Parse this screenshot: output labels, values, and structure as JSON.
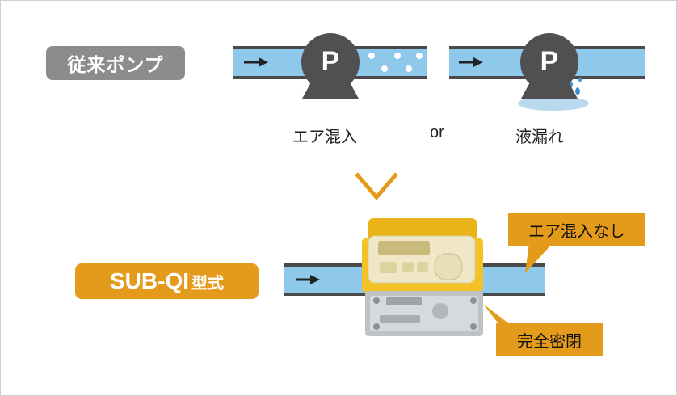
{
  "conventional_label": "従来ポンプ",
  "pump_letter": "P",
  "caption_air": "エア混入",
  "caption_or": "or",
  "caption_leak": "液漏れ",
  "product_label_main": "SUB-QI",
  "product_label_suffix": "型式",
  "callout_no_air": "エア混入なし",
  "callout_sealed": "完全密閉",
  "colors": {
    "pipe_fill": "#8ec8ea",
    "pipe_border": "#4a4a4a",
    "pump_dark": "#505050",
    "accent_orange": "#e49a1a",
    "label_gray": "#8c8c8c"
  }
}
